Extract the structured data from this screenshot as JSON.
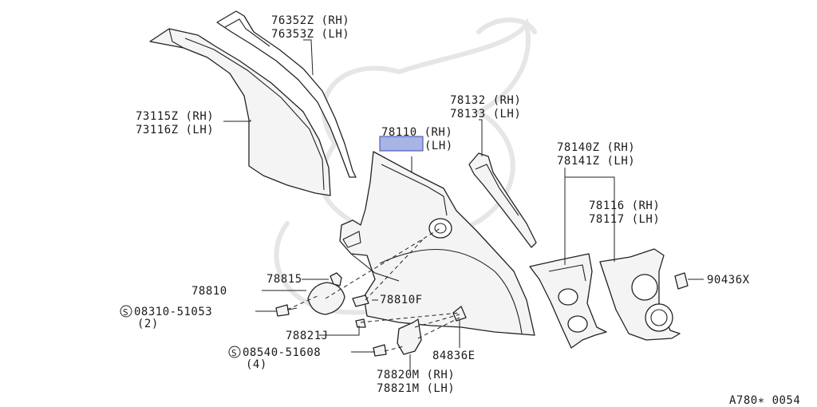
{
  "diagram": {
    "labels": {
      "p76352": "76352Z (RH)",
      "p76353": "76353Z (LH)",
      "p73115": "73115Z (RH)",
      "p73116": "73116Z (LH)",
      "p78132": "78132 (RH)",
      "p78133": "78133 (LH)",
      "p78110": "78110 (RH)",
      "p78111": "(LH)",
      "p78140": "78140Z (RH)",
      "p78141": "78141Z (LH)",
      "p78116": "78116 (RH)",
      "p78117": "78117 (LH)",
      "p90436": "90436X",
      "p78815": "78815",
      "p78810": "78810",
      "p78810f": "78810F",
      "p08310": "08310-51053",
      "q08310": "(2)",
      "p78821j": "78821J",
      "p08540": "08540-51608",
      "q08540": "(4)",
      "p84836": "84836E",
      "p78820m": "78820M (RH)",
      "p78821m": "78821M (LH)",
      "s_symbol": "S",
      "code": "A780∗ 0054"
    },
    "colors": {
      "highlight": "#a8b3e6",
      "watermark": "#e6e6e6",
      "ink": "#222222"
    }
  }
}
